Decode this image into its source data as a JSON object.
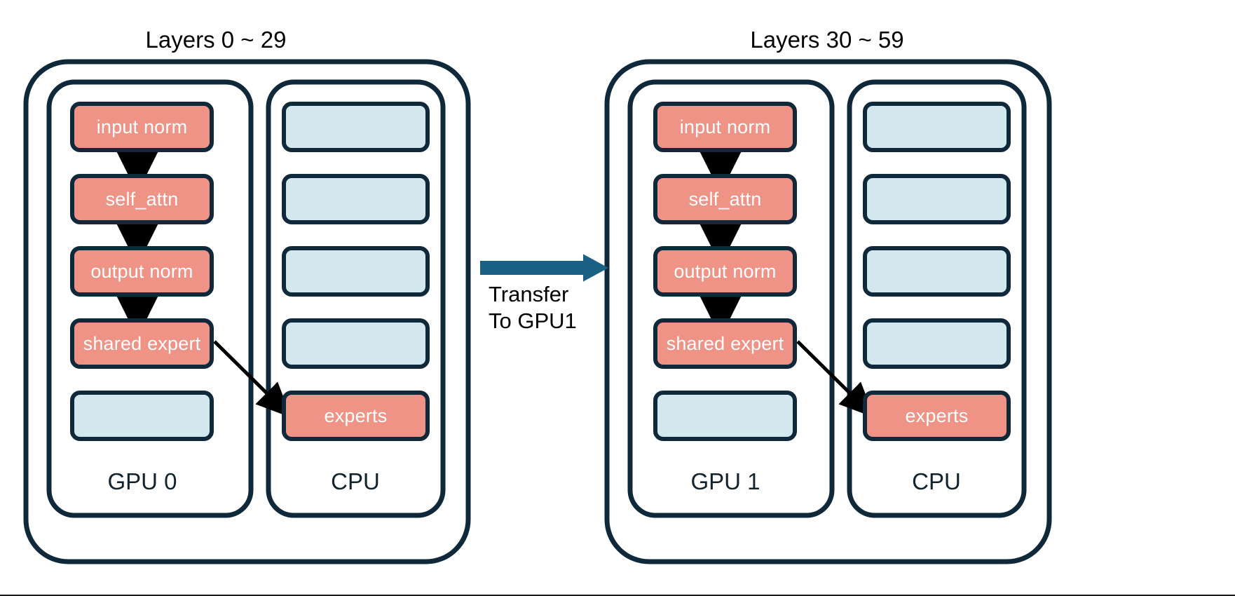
{
  "diagram": {
    "title_color": "#000000",
    "colors": {
      "outline": "#10293a",
      "gpu_block": "#ee9385",
      "cpu_block": "#d2e7ee",
      "transfer_arrow": "#1b6184",
      "flow_arrow": "#000000",
      "background": "#ffffff",
      "node_text": "#ffffff"
    },
    "panels": [
      {
        "id": "left",
        "title": "Layers 0 ~ 29",
        "columns": [
          {
            "id": "gpu0",
            "label": "GPU 0",
            "blocks": [
              {
                "label": "input norm",
                "kind": "gpu"
              },
              {
                "label": "self_attn",
                "kind": "gpu"
              },
              {
                "label": "output norm",
                "kind": "gpu"
              },
              {
                "label": "shared expert",
                "kind": "gpu"
              },
              {
                "label": "",
                "kind": "cpu"
              }
            ]
          },
          {
            "id": "cpu0",
            "label": "CPU",
            "blocks": [
              {
                "label": "",
                "kind": "cpu"
              },
              {
                "label": "",
                "kind": "cpu"
              },
              {
                "label": "",
                "kind": "cpu"
              },
              {
                "label": "",
                "kind": "cpu"
              },
              {
                "label": "experts",
                "kind": "gpu"
              }
            ]
          }
        ]
      },
      {
        "id": "right",
        "title": "Layers 30 ~ 59",
        "columns": [
          {
            "id": "gpu1",
            "label": "GPU 1",
            "blocks": [
              {
                "label": "input norm",
                "kind": "gpu"
              },
              {
                "label": "self_attn",
                "kind": "gpu"
              },
              {
                "label": "output norm",
                "kind": "gpu"
              },
              {
                "label": "shared expert",
                "kind": "gpu"
              },
              {
                "label": "",
                "kind": "cpu"
              }
            ]
          },
          {
            "id": "cpu1",
            "label": "CPU",
            "blocks": [
              {
                "label": "",
                "kind": "cpu"
              },
              {
                "label": "",
                "kind": "cpu"
              },
              {
                "label": "",
                "kind": "cpu"
              },
              {
                "label": "",
                "kind": "cpu"
              },
              {
                "label": "experts",
                "kind": "gpu"
              }
            ]
          }
        ]
      }
    ],
    "transfer": {
      "line1": "Transfer",
      "line2": "To GPU1"
    }
  }
}
